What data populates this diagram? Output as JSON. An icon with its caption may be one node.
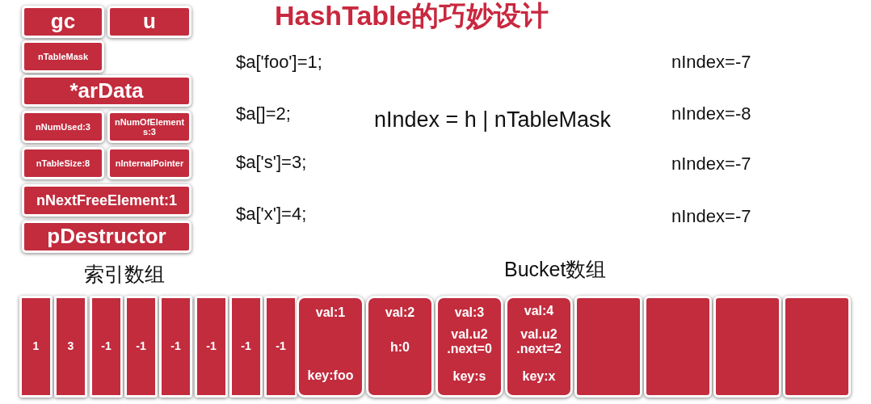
{
  "diagram": {
    "title": "HashTable的巧妙设计",
    "nodes": [
      {
        "text": [
          "gc"
        ]
      },
      {
        "text": [
          "u"
        ]
      },
      {
        "text": [
          "nTableMask"
        ]
      },
      {
        "text": [
          "*arData"
        ]
      },
      {
        "text": [
          "nNumUsed:3"
        ]
      },
      {
        "text": [
          "nNumOfElements:3"
        ]
      },
      {
        "text": [
          "nTableSize:8"
        ]
      },
      {
        "text": [
          "nInternalPointer"
        ]
      },
      {
        "text": [
          "nNextFreeElement:1"
        ]
      },
      {
        "text": [
          "pDestructor"
        ]
      },
      {
        "text": [
          "索引数组"
        ]
      },
      {
        "text": [
          "1"
        ],
        "in": 10
      },
      {
        "text": [
          "3"
        ],
        "in": 10
      },
      {
        "text": [
          "-1"
        ],
        "in": 10
      },
      {
        "text": [
          "-1"
        ],
        "in": 10
      },
      {
        "text": [
          "-1"
        ],
        "in": 10
      },
      {
        "text": [
          "-1"
        ],
        "in": 10
      },
      {
        "text": [
          "-1"
        ],
        "in": 10
      },
      {
        "text": [
          "-1"
        ],
        "in": 10
      },
      {
        "text": [
          "Bucket数组"
        ]
      },
      {
        "text": [
          "val:1",
          "key:foo"
        ],
        "in": 19
      },
      {
        "text": [
          "val:2",
          "h:0"
        ],
        "in": 19
      },
      {
        "text": [
          "val:3",
          "val.u2 .next=0",
          "key:s"
        ],
        "in": 19
      },
      {
        "text": [
          "val:4",
          "val.u2 .next=2",
          "key:x"
        ],
        "in": 19
      },
      {
        "text": [],
        "shape": "box",
        "in": 19
      },
      {
        "text": [],
        "shape": "box",
        "in": 19
      },
      {
        "text": [],
        "shape": "box",
        "in": 19
      },
      {
        "text": [],
        "shape": "box",
        "in": 19
      }
    ],
    "edges": [],
    "labels": [
      "$a['foo']=1;",
      "nIndex=-7",
      "$a[]=2;",
      "nIndex = h | nTableMask",
      "nIndex=-8",
      "$a['s']=3;",
      "nIndex=-7",
      "$a['x']=4;",
      "nIndex=-7"
    ]
  }
}
